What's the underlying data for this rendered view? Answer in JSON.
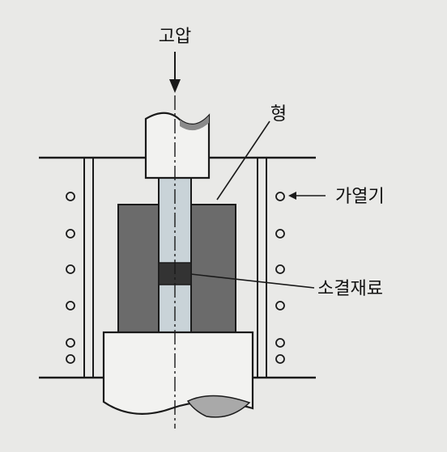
{
  "labels": {
    "pressure": "고압",
    "mold": "형",
    "heater": "가열기",
    "sinter_material": "소결재료"
  },
  "colors": {
    "background": "#e9e9e7",
    "line": "#1a1a1a",
    "mold_fill": "#6b6b6b",
    "punch_fill": "#f2f2f0",
    "channel_fill": "#c9d3d8",
    "sample_fill": "#333333"
  },
  "heater_coils": {
    "left_count": 6,
    "right_count": 6
  }
}
